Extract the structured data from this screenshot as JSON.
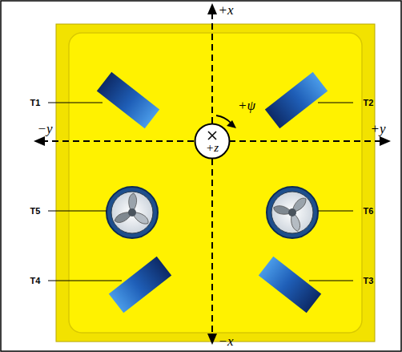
{
  "diagram": {
    "nodes": [
      {
        "text": [
          "+z"
        ]
      }
    ],
    "labels": [
      "+x",
      "−y",
      "+y",
      "+ψ",
      "−x",
      "T1",
      "T2",
      "T5",
      "T6",
      "T4",
      "T3"
    ]
  }
}
